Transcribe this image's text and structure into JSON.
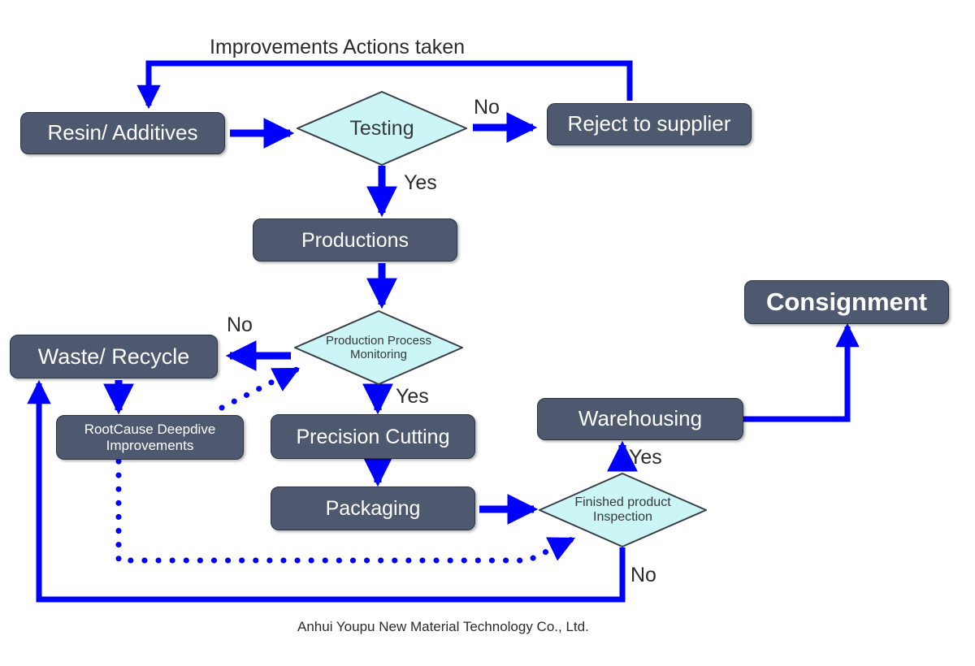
{
  "diagram": {
    "title_label": "Improvements Actions taken",
    "caption": "Anhui Youpu New Material Technology Co., Ltd.",
    "colors": {
      "node_fill": "#4e586e",
      "node_stroke": "#2b3240",
      "node_text": "#ffffff",
      "decision_fill": "#ccf5f5",
      "decision_stroke": "#3a3f45",
      "decision_text": "#35393d",
      "edge": "#0000ff",
      "background": "#ffffff"
    },
    "nodes": [
      {
        "id": "resin",
        "label": "Resin/ Additives",
        "shape": "process",
        "font_size": 26
      },
      {
        "id": "testing",
        "label": "Testing",
        "shape": "decision",
        "font_size": 25
      },
      {
        "id": "reject",
        "label": "Reject to supplier",
        "shape": "process",
        "font_size": 26
      },
      {
        "id": "productions",
        "label": "Productions",
        "shape": "process",
        "font_size": 25
      },
      {
        "id": "ppm",
        "label": "Production Process\nMonitoring",
        "shape": "decision",
        "font_size": 15
      },
      {
        "id": "waste",
        "label": "Waste/ Recycle",
        "shape": "process",
        "font_size": 27
      },
      {
        "id": "rootcause",
        "label": "RootCause Deepdive\nImprovements",
        "shape": "process",
        "font_size": 17
      },
      {
        "id": "cutting",
        "label": "Precision Cutting",
        "shape": "process",
        "font_size": 25
      },
      {
        "id": "packaging",
        "label": "Packaging",
        "shape": "process",
        "font_size": 25
      },
      {
        "id": "inspection",
        "label": "Finished product\nInspection",
        "shape": "decision",
        "font_size": 16
      },
      {
        "id": "warehousing",
        "label": "Warehousing",
        "shape": "process",
        "font_size": 26
      },
      {
        "id": "consignment",
        "label": "Consignment",
        "shape": "process",
        "font_size": 31
      }
    ],
    "edge_labels": [
      {
        "id": "no-testing",
        "text": "No"
      },
      {
        "id": "yes-testing",
        "text": "Yes"
      },
      {
        "id": "no-ppm",
        "text": "No"
      },
      {
        "id": "yes-ppm",
        "text": "Yes"
      },
      {
        "id": "yes-inspection",
        "text": "Yes"
      },
      {
        "id": "no-inspection",
        "text": "No"
      }
    ],
    "edges": [
      {
        "from": "resin",
        "to": "testing",
        "label": "",
        "style": "solid"
      },
      {
        "from": "testing",
        "to": "reject",
        "label": "No",
        "style": "solid"
      },
      {
        "from": "testing",
        "to": "productions",
        "label": "Yes",
        "style": "solid"
      },
      {
        "from": "reject",
        "to": "resin",
        "label": "Improvements Actions taken",
        "style": "solid"
      },
      {
        "from": "productions",
        "to": "ppm",
        "label": "",
        "style": "solid"
      },
      {
        "from": "ppm",
        "to": "waste",
        "label": "No",
        "style": "solid"
      },
      {
        "from": "ppm",
        "to": "cutting",
        "label": "Yes",
        "style": "solid"
      },
      {
        "from": "waste",
        "to": "rootcause",
        "label": "",
        "style": "solid"
      },
      {
        "from": "rootcause",
        "to": "ppm",
        "label": "",
        "style": "dotted"
      },
      {
        "from": "cutting",
        "to": "packaging",
        "label": "",
        "style": "solid"
      },
      {
        "from": "packaging",
        "to": "inspection",
        "label": "",
        "style": "solid"
      },
      {
        "from": "inspection",
        "to": "warehousing",
        "label": "Yes",
        "style": "solid"
      },
      {
        "from": "inspection",
        "to": "waste",
        "label": "No",
        "style": "solid"
      },
      {
        "from": "warehousing",
        "to": "consignment",
        "label": "",
        "style": "solid"
      },
      {
        "from": "rootcause",
        "to": "inspection",
        "label": "",
        "style": "dotted"
      }
    ]
  }
}
